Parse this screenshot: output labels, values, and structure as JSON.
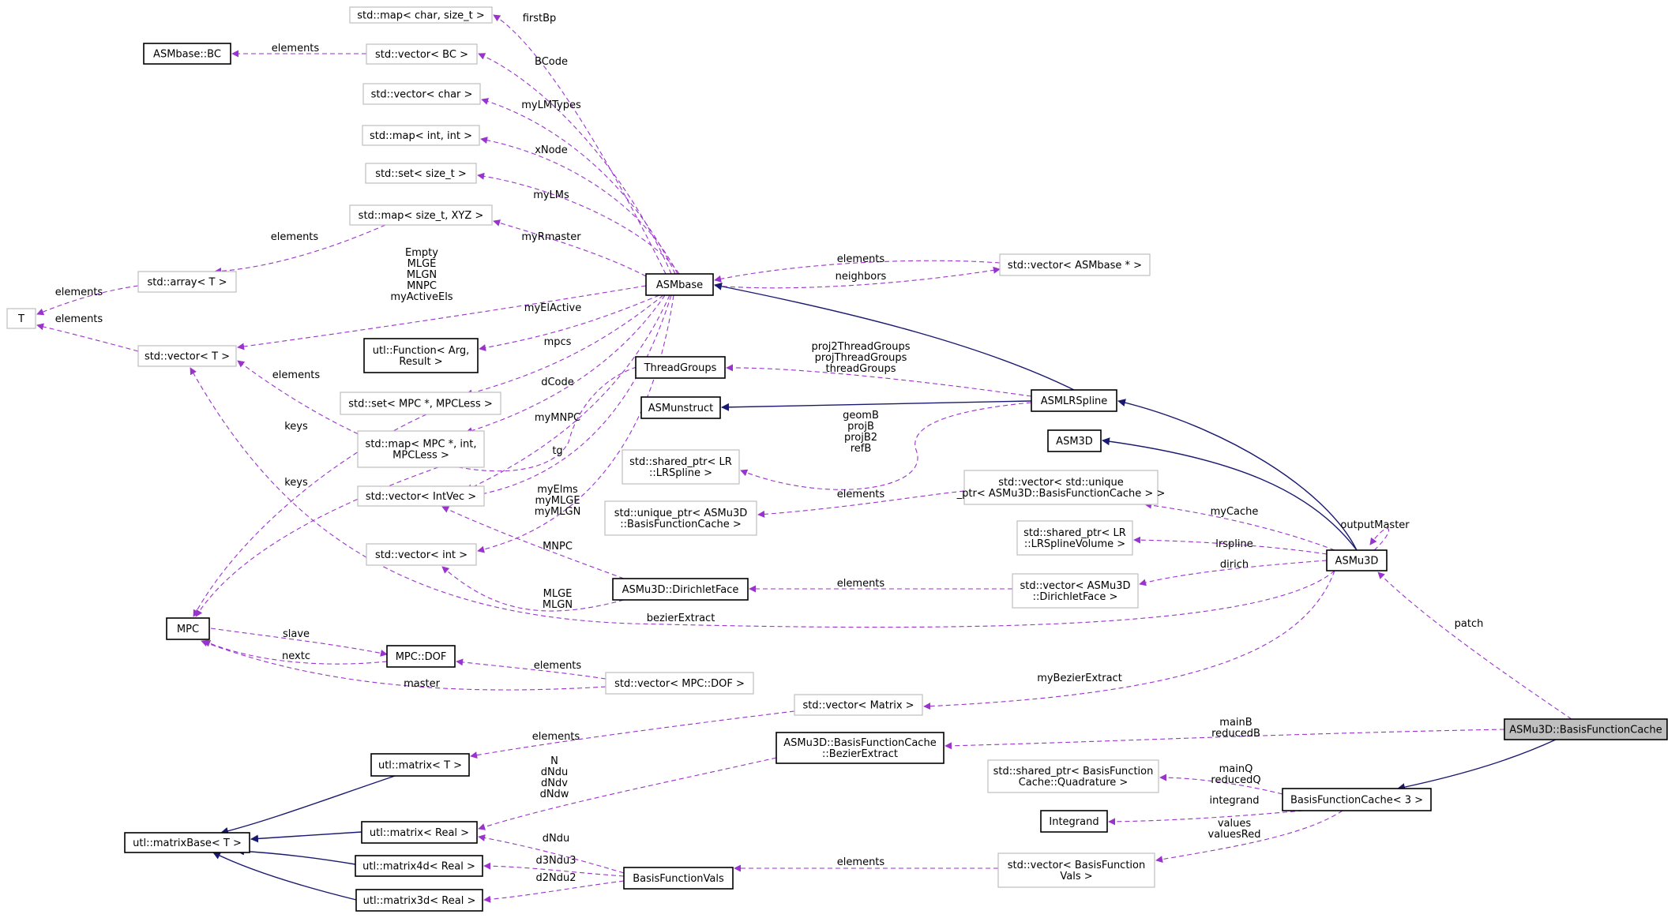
{
  "colors": {
    "usage_edge": "#9a32cd",
    "inherit_edge": "#191970",
    "doc_node_border": "#000000",
    "undoc_node_border": "#bfbfbf",
    "focus_node_fill": "#bfbfbf"
  },
  "nodes": [
    {
      "id": "map_char",
      "lines": [
        "std::map< char, size_t >"
      ],
      "style": "undoc"
    },
    {
      "id": "asmbase_bc",
      "lines": [
        "ASMbase::BC"
      ],
      "style": "doc"
    },
    {
      "id": "vec_bc",
      "lines": [
        "std::vector< BC >"
      ],
      "style": "undoc"
    },
    {
      "id": "vec_char",
      "lines": [
        "std::vector< char >"
      ],
      "style": "undoc"
    },
    {
      "id": "map_int",
      "lines": [
        "std::map< int, int >"
      ],
      "style": "undoc"
    },
    {
      "id": "set_size",
      "lines": [
        "std::set< size_t >"
      ],
      "style": "undoc"
    },
    {
      "id": "map_xyz",
      "lines": [
        "std::map< size_t, XYZ >"
      ],
      "style": "undoc"
    },
    {
      "id": "array_t",
      "lines": [
        "std::array< T >"
      ],
      "style": "undoc"
    },
    {
      "id": "t",
      "lines": [
        "T"
      ],
      "style": "undoc"
    },
    {
      "id": "vec_t",
      "lines": [
        "std::vector< T >"
      ],
      "style": "undoc"
    },
    {
      "id": "asmbase",
      "lines": [
        "ASMbase"
      ],
      "style": "doc"
    },
    {
      "id": "vec_asmbase",
      "lines": [
        "std::vector< ASMbase * >"
      ],
      "style": "undoc"
    },
    {
      "id": "utl_function",
      "lines": [
        "utl::Function< Arg,",
        "Result >"
      ],
      "style": "doc"
    },
    {
      "id": "set_mpc",
      "lines": [
        "std::set< MPC *, MPCLess >"
      ],
      "style": "undoc"
    },
    {
      "id": "map_mpc",
      "lines": [
        "std::map< MPC *, int,",
        "MPCLess >"
      ],
      "style": "undoc"
    },
    {
      "id": "vec_intvec",
      "lines": [
        "std::vector< IntVec >"
      ],
      "style": "undoc"
    },
    {
      "id": "vec_int",
      "lines": [
        "std::vector< int >"
      ],
      "style": "undoc"
    },
    {
      "id": "threadgroups",
      "lines": [
        "ThreadGroups"
      ],
      "style": "doc"
    },
    {
      "id": "asmunstruct",
      "lines": [
        "ASMunstruct"
      ],
      "style": "doc"
    },
    {
      "id": "asmlrspline",
      "lines": [
        "ASMLRSpline"
      ],
      "style": "doc"
    },
    {
      "id": "asm3d",
      "lines": [
        "ASM3D"
      ],
      "style": "doc"
    },
    {
      "id": "sp_lrspline",
      "lines": [
        "std::shared_ptr< LR",
        "::LRSpline >"
      ],
      "style": "undoc"
    },
    {
      "id": "up_bfc",
      "lines": [
        "std::unique_ptr< ASMu3D",
        "::BasisFunctionCache >"
      ],
      "style": "undoc"
    },
    {
      "id": "vec_up_bfc",
      "lines": [
        "std::vector< std::unique",
        "_ptr< ASMu3D::BasisFunctionCache > >"
      ],
      "style": "undoc"
    },
    {
      "id": "sp_lrvol",
      "lines": [
        "std::shared_ptr< LR",
        "::LRSplineVolume >"
      ],
      "style": "undoc"
    },
    {
      "id": "asmu3d",
      "lines": [
        "ASMu3D"
      ],
      "style": "doc"
    },
    {
      "id": "dirichletface",
      "lines": [
        "ASMu3D::DirichletFace"
      ],
      "style": "doc"
    },
    {
      "id": "vec_dirichlet",
      "lines": [
        "std::vector< ASMu3D",
        "::DirichletFace >"
      ],
      "style": "undoc"
    },
    {
      "id": "mpc",
      "lines": [
        "MPC"
      ],
      "style": "doc"
    },
    {
      "id": "mpc_dof",
      "lines": [
        "MPC::DOF"
      ],
      "style": "doc"
    },
    {
      "id": "vec_mpcdof",
      "lines": [
        "std::vector< MPC::DOF >"
      ],
      "style": "undoc"
    },
    {
      "id": "vec_matrix",
      "lines": [
        "std::vector< Matrix >"
      ],
      "style": "undoc"
    },
    {
      "id": "bfc_focus",
      "lines": [
        "ASMu3D::BasisFunctionCache"
      ],
      "style": "focus"
    },
    {
      "id": "bezierextract",
      "lines": [
        "ASMu3D::BasisFunctionCache",
        "::BezierExtract"
      ],
      "style": "doc"
    },
    {
      "id": "utl_matrix_t",
      "lines": [
        "utl::matrix< T >"
      ],
      "style": "doc"
    },
    {
      "id": "sp_quadrature",
      "lines": [
        "std::shared_ptr< BasisFunction",
        "Cache::Quadrature >"
      ],
      "style": "undoc"
    },
    {
      "id": "bfc3",
      "lines": [
        "BasisFunctionCache< 3 >"
      ],
      "style": "doc"
    },
    {
      "id": "integrand",
      "lines": [
        "Integrand"
      ],
      "style": "doc"
    },
    {
      "id": "utl_matrixbase",
      "lines": [
        "utl::matrixBase< T >"
      ],
      "style": "doc"
    },
    {
      "id": "utl_matrix_real",
      "lines": [
        "utl::matrix< Real >"
      ],
      "style": "doc"
    },
    {
      "id": "utl_matrix4d",
      "lines": [
        "utl::matrix4d< Real >"
      ],
      "style": "doc"
    },
    {
      "id": "utl_matrix3d",
      "lines": [
        "utl::matrix3d< Real >"
      ],
      "style": "doc"
    },
    {
      "id": "basisfunctionvals",
      "lines": [
        "BasisFunctionVals"
      ],
      "style": "doc"
    },
    {
      "id": "vec_bfvals",
      "lines": [
        "std::vector< BasisFunction",
        "Vals >"
      ],
      "style": "undoc"
    }
  ],
  "edges": [
    {
      "id": "e_firstbp",
      "type": "usage",
      "labels": [
        "firstBp"
      ]
    },
    {
      "id": "e_bcode",
      "type": "usage",
      "labels": [
        "BCode"
      ]
    },
    {
      "id": "e_bc_elements",
      "type": "usage",
      "labels": [
        "elements"
      ]
    },
    {
      "id": "e_mylmtypes",
      "type": "usage",
      "labels": [
        "myLMTypes"
      ]
    },
    {
      "id": "e_xnode",
      "type": "usage",
      "labels": [
        "xNode"
      ]
    },
    {
      "id": "e_mylms",
      "type": "usage",
      "labels": [
        "myLMs"
      ]
    },
    {
      "id": "e_myrmaster",
      "type": "usage",
      "labels": [
        "myRmaster"
      ]
    },
    {
      "id": "e_xyz_elements",
      "type": "usage",
      "labels": [
        "elements"
      ]
    },
    {
      "id": "e_array_elements",
      "type": "usage",
      "labels": [
        "elements"
      ]
    },
    {
      "id": "e_vect_elements",
      "type": "usage",
      "labels": [
        "elements"
      ]
    },
    {
      "id": "e_empty",
      "type": "usage",
      "labels": [
        "Empty",
        "MLGE",
        "MLGN",
        "MNPC",
        "myActiveEls"
      ]
    },
    {
      "id": "e_vecasm_elements",
      "type": "usage",
      "labels": [
        "elements"
      ]
    },
    {
      "id": "e_neighbors",
      "type": "usage",
      "labels": [
        "neighbors"
      ]
    },
    {
      "id": "e_myelactive",
      "type": "usage",
      "labels": [
        "myElActive"
      ]
    },
    {
      "id": "e_mpcs",
      "type": "usage",
      "labels": [
        "mpcs"
      ]
    },
    {
      "id": "e_dcode",
      "type": "usage",
      "labels": [
        "dCode"
      ]
    },
    {
      "id": "e_mymnpc",
      "type": "usage",
      "labels": [
        "myMNPC"
      ]
    },
    {
      "id": "e_tg",
      "type": "usage",
      "labels": [
        "tg"
      ]
    },
    {
      "id": "e_myelms",
      "type": "usage",
      "labels": [
        "myElms",
        "myMLGE",
        "myMLGN"
      ]
    },
    {
      "id": "e_intvec_elements",
      "type": "usage",
      "labels": [
        "elements"
      ]
    },
    {
      "id": "e_set_keys",
      "type": "usage",
      "labels": [
        "keys"
      ]
    },
    {
      "id": "e_map_keys",
      "type": "usage",
      "labels": [
        "keys"
      ]
    },
    {
      "id": "e_proj2",
      "type": "usage",
      "labels": [
        "proj2ThreadGroups",
        "projThreadGroups",
        "threadGroups"
      ]
    },
    {
      "id": "e_geomb",
      "type": "usage",
      "labels": [
        "geomB",
        "projB",
        "projB2",
        "refB"
      ]
    },
    {
      "id": "e_lr_asmbase",
      "type": "inherit",
      "labels": []
    },
    {
      "id": "e_lr_unstruct",
      "type": "inherit",
      "labels": []
    },
    {
      "id": "e_u3d_lr",
      "type": "inherit",
      "labels": []
    },
    {
      "id": "e_u3d_3d",
      "type": "inherit",
      "labels": []
    },
    {
      "id": "e_cache_elements",
      "type": "usage",
      "labels": [
        "elements"
      ]
    },
    {
      "id": "e_mycache",
      "type": "usage",
      "labels": [
        "myCache"
      ]
    },
    {
      "id": "e_lrspline",
      "type": "usage",
      "labels": [
        "lrspline"
      ]
    },
    {
      "id": "e_dirich",
      "type": "usage",
      "labels": [
        "dirich"
      ]
    },
    {
      "id": "e_outputmaster",
      "type": "usage",
      "labels": [
        "outputMaster"
      ]
    },
    {
      "id": "e_dir_elements",
      "type": "usage",
      "labels": [
        "elements"
      ]
    },
    {
      "id": "e_mnpc",
      "type": "usage",
      "labels": [
        "MNPC"
      ]
    },
    {
      "id": "e_mlge",
      "type": "usage",
      "labels": [
        "MLGE",
        "MLGN"
      ]
    },
    {
      "id": "e_bezier",
      "type": "usage",
      "labels": [
        "bezierExtract"
      ]
    },
    {
      "id": "e_slave",
      "type": "usage",
      "labels": [
        "slave"
      ]
    },
    {
      "id": "e_nextc",
      "type": "usage",
      "labels": [
        "nextc"
      ]
    },
    {
      "id": "e_dof_elements",
      "type": "usage",
      "labels": [
        "elements"
      ]
    },
    {
      "id": "e_master",
      "type": "usage",
      "labels": [
        "master"
      ]
    },
    {
      "id": "e_mybezierextract",
      "type": "usage",
      "labels": [
        "myBezierExtract"
      ]
    },
    {
      "id": "e_patch",
      "type": "usage",
      "labels": [
        "patch"
      ]
    },
    {
      "id": "e_mainb",
      "type": "usage",
      "labels": [
        "mainB",
        "reducedB"
      ]
    },
    {
      "id": "e_matrix_elements",
      "type": "usage",
      "labels": [
        "elements"
      ]
    },
    {
      "id": "e_bfc3_inherit",
      "type": "inherit",
      "labels": []
    },
    {
      "id": "e_mainq",
      "type": "usage",
      "labels": [
        "mainQ",
        "reducedQ"
      ]
    },
    {
      "id": "e_integrand",
      "type": "usage",
      "labels": [
        "integrand"
      ]
    },
    {
      "id": "e_values",
      "type": "usage",
      "labels": [
        "values",
        "valuesRed"
      ]
    },
    {
      "id": "e_n_dndu",
      "type": "usage",
      "labels": [
        "N",
        "dNdu",
        "dNdv",
        "dNdw"
      ]
    },
    {
      "id": "e_dndu",
      "type": "usage",
      "labels": [
        "dNdu"
      ]
    },
    {
      "id": "e_d3ndu3",
      "type": "usage",
      "labels": [
        "d3Ndu3"
      ]
    },
    {
      "id": "e_d2ndu2",
      "type": "usage",
      "labels": [
        "d2Ndu2"
      ]
    },
    {
      "id": "e_bfv_elements",
      "type": "usage",
      "labels": [
        "elements"
      ]
    },
    {
      "id": "e_matt_base",
      "type": "inherit",
      "labels": []
    },
    {
      "id": "e_matr_base",
      "type": "inherit",
      "labels": []
    },
    {
      "id": "e_m4_base",
      "type": "inherit",
      "labels": []
    },
    {
      "id": "e_m3_base",
      "type": "inherit",
      "labels": []
    }
  ]
}
